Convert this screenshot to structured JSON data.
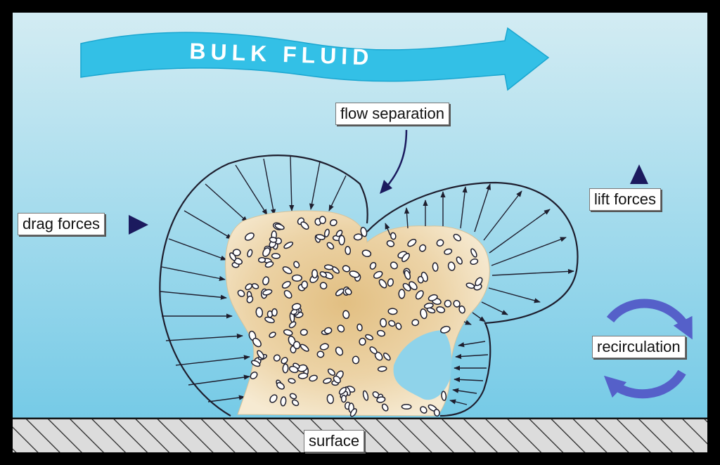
{
  "title": "BULK FLUID",
  "labels": {
    "flow_separation": "flow separation",
    "drag_forces": "drag forces",
    "lift_forces": "lift forces",
    "recirculation": "recirculation",
    "surface": "surface"
  },
  "colors": {
    "fluid_background_top": "#d3ecf3",
    "fluid_background_bottom": "#72c9e6",
    "bulk_arrow": "#33c0e6",
    "biofilm": "#e9cf9e",
    "outline": "#1e1e2e",
    "arrow_marker": "#1b1a5e",
    "recirculation_arrow": "#5560c9"
  },
  "icons": {
    "drag": "triangle-right-icon",
    "lift": "triangle-up-icon",
    "recirculation": "circular-arrows-icon",
    "flow_separation": "curved-arrow-icon"
  }
}
